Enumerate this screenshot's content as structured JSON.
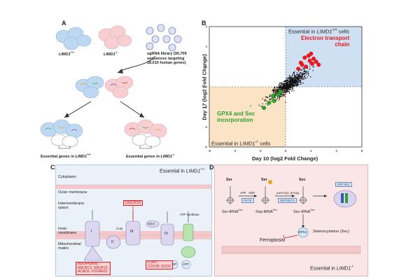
{
  "panel_a": {
    "letter": "A",
    "cell_wt": "LIMD1",
    "cell_wt_sup": "+/+",
    "cell_ko": "LIMD1",
    "cell_ko_sup": "-/-",
    "library_line1": "sgRNA library (90,709",
    "library_line2": "sequences targeting",
    "library_line3": "18,010 human genes)",
    "essential_wt_prefix": "Essential genes in ",
    "essential_wt_gene": "LIMD1",
    "essential_wt_sup": "+/+",
    "essential_ko_prefix": "Essential genes in ",
    "essential_ko_gene": "LIMD1",
    "essential_ko_sup": "-/-"
  },
  "panel_b": {
    "letter": "B",
    "top_label_prefix": "Essential in ",
    "top_label_gene": "LIMD1",
    "top_label_sup": "+/+",
    "top_label_suffix": " cells",
    "etc_line1": "Electron transport",
    "etc_line2": "chain",
    "gpx_line1": "GPX4 and Sec",
    "gpx_line2": "incorporation",
    "bottom_label_prefix": "Essential in ",
    "bottom_label_gene": "LIMD1",
    "bottom_label_sup": "-/-",
    "bottom_label_suffix": " cells",
    "colors": {
      "etc": "#e8191f",
      "gpx": "#2fa02f",
      "blue_region": "#cfe0f3",
      "orange_region": "#fbe3c6"
    }
  },
  "chart_data": {
    "type": "scatter",
    "title": "",
    "xlabel": "Day 10 (log2 Fold Change)",
    "ylabel": "Day 17 (log2 Fold Change)",
    "xlim": [
      -6,
      6
    ],
    "ylim": [
      -6,
      6
    ],
    "xticks": [
      "-6",
      "-4",
      "-2",
      "0",
      "2",
      "4",
      "6"
    ],
    "yticks": [
      "-6",
      "-4",
      "-2",
      "0",
      "2",
      "4",
      "6"
    ],
    "series": [
      {
        "name": "Electron transport chain",
        "color": "#e8191f",
        "x": [
          1.0,
          1.3,
          1.6,
          1.9,
          2.1,
          2.4,
          1.5,
          1.8,
          2.2,
          2.6,
          1.2,
          2.0
        ],
        "y": [
          1.8,
          2.2,
          2.0,
          2.6,
          2.3,
          2.5,
          2.9,
          3.1,
          2.8,
          2.2,
          2.4,
          3.3
        ]
      },
      {
        "name": "GPX4 and Sec incorporation",
        "color": "#2fa02f",
        "x": [
          -1.7,
          -1.3,
          -0.9,
          -1.0,
          -0.6,
          -0.4
        ],
        "y": [
          -2.1,
          -1.6,
          -1.4,
          -0.9,
          -0.8,
          -0.5
        ]
      }
    ]
  },
  "panel_c": {
    "letter": "C",
    "title_prefix": "Essential in ",
    "title_gene": "LIMD1",
    "title_sup": "+/+",
    "cytoplasm": "Cytoplasm",
    "outer_membrane": "Outer membrane",
    "intermembrane_line1": "Intermembrane",
    "intermembrane_line2": "space",
    "inner_line1": "Inner",
    "inner_line2": "membrane",
    "matrix_line1": "Mitochondrial",
    "matrix_line2": "matrix",
    "uqcr": "UQCR10",
    "complex_labels": [
      "I",
      "II",
      "III",
      "IV",
      "Cyt c",
      "CoQ"
    ],
    "atp_synthase": "ATP synthase",
    "red_box_left_line1": "NDUFA3/6/8,",
    "red_box_left_line2": "NDUFC2, NDUFV1,",
    "red_box_left_line3": "ACAD9, FOXRED1",
    "red_box_right_line1": "COA7,",
    "red_box_right_line2": "COX18, SCO2",
    "adp": "ADP",
    "atp": "ATP"
  },
  "panel_d": {
    "letter": "D",
    "ser": "Ser",
    "sep": "Ser",
    "sec": "Sec",
    "pstk": "PSTK",
    "sepsecs": "SEPSECS",
    "eefsec": "EEFSEC",
    "ser_trna": "Ser-tRNA",
    "sep_trna": "Sep-tRNA",
    "sec_trna": "Sec-tRNA",
    "trna_sup": "Sec",
    "gpx4": "GPX4",
    "selenocysteine": "Selenocysteine (Sec)",
    "ferroptosis": "Ferroptosis",
    "atp_small": "ATP",
    "adp_small": "ADP",
    "sep_inputs": "[SePO3]3- [PO4]3-",
    "essential_prefix": "Essential in ",
    "essential_gene": "LIMD1",
    "essential_sup": "-/-"
  }
}
